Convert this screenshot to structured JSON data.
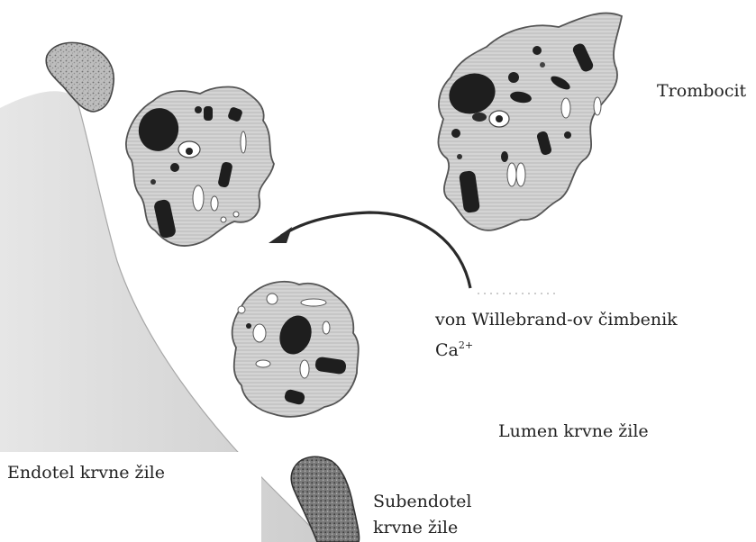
{
  "labels": {
    "trombocit": "Trombocit",
    "vwf": "von Willebrand-ov čimbenik",
    "ca": "Ca",
    "ca_charge": "2+",
    "lumen": "Lumen krvne žile",
    "endotel": "Endotel krvne žile",
    "subendotel_line1": "Subendotel",
    "subendotel_line2": "krvne žile"
  },
  "colors": {
    "platelet_fill": "#c8c8c8",
    "platelet_outline": "#5a5a5a",
    "granule_dark": "#1e1e1e",
    "vessel_wall": "#d9d9d9",
    "subendothelium": "#8a8a8a",
    "arrow": "#2a2a2a"
  }
}
